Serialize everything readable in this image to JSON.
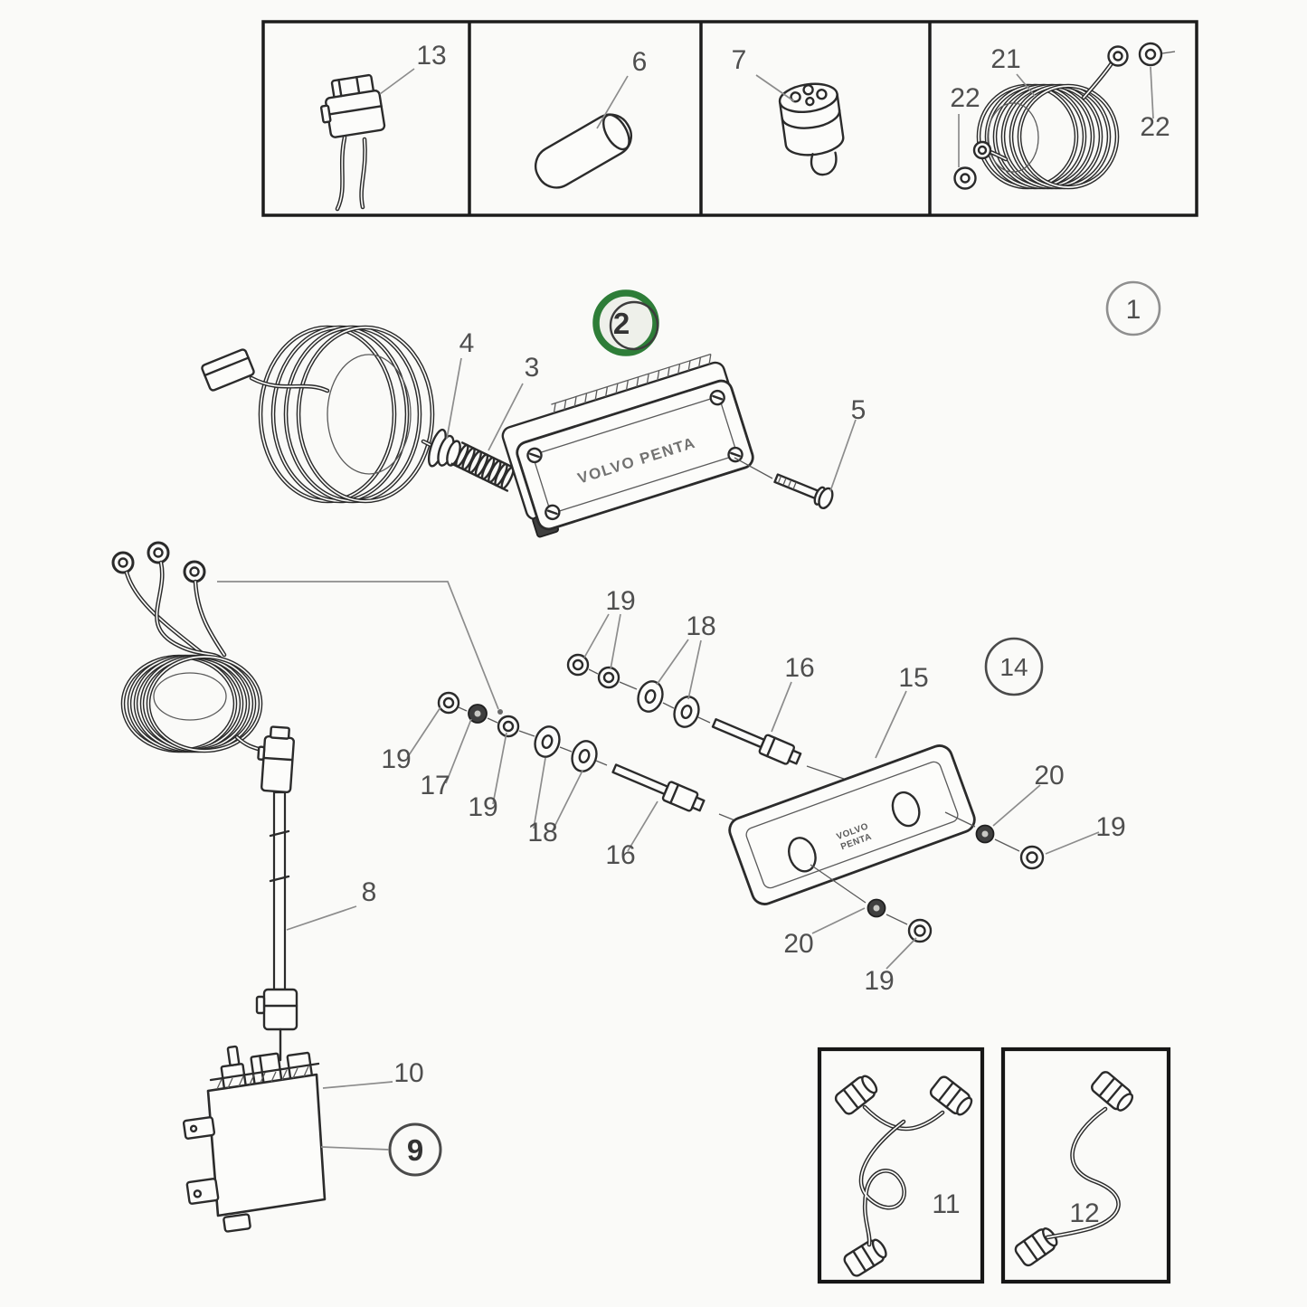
{
  "colors": {
    "background": "#fafaf8",
    "line_art": "#2b2b2b",
    "leader_line": "#8c8c8c",
    "label_text": "#4f4f4f",
    "highlight_green": "#2e7d38",
    "box_frame": "#1c1c1c"
  },
  "brand": {
    "front_plate": "VOLVO PENTA",
    "rear_plate_line1": "VOLVO",
    "rear_plate_line2": "PENTA"
  },
  "callouts": [
    {
      "text": "13"
    },
    {
      "text": "6"
    },
    {
      "text": "7"
    },
    {
      "text": "21"
    },
    {
      "text": "22"
    },
    {
      "text": "22"
    },
    {
      "text": "4"
    },
    {
      "text": "3"
    },
    {
      "text": "2",
      "badge": "green-circle"
    },
    {
      "text": "1",
      "badge": "circle"
    },
    {
      "text": "5"
    },
    {
      "text": "19"
    },
    {
      "text": "18"
    },
    {
      "text": "16"
    },
    {
      "text": "19"
    },
    {
      "text": "17"
    },
    {
      "text": "19"
    },
    {
      "text": "18"
    },
    {
      "text": "16"
    },
    {
      "text": "15"
    },
    {
      "text": "14",
      "badge": "circle"
    },
    {
      "text": "20"
    },
    {
      "text": "19"
    },
    {
      "text": "20"
    },
    {
      "text": "19"
    },
    {
      "text": "8"
    },
    {
      "text": "10"
    },
    {
      "text": "9",
      "badge": "circle"
    },
    {
      "text": "11"
    },
    {
      "text": "12"
    }
  ]
}
